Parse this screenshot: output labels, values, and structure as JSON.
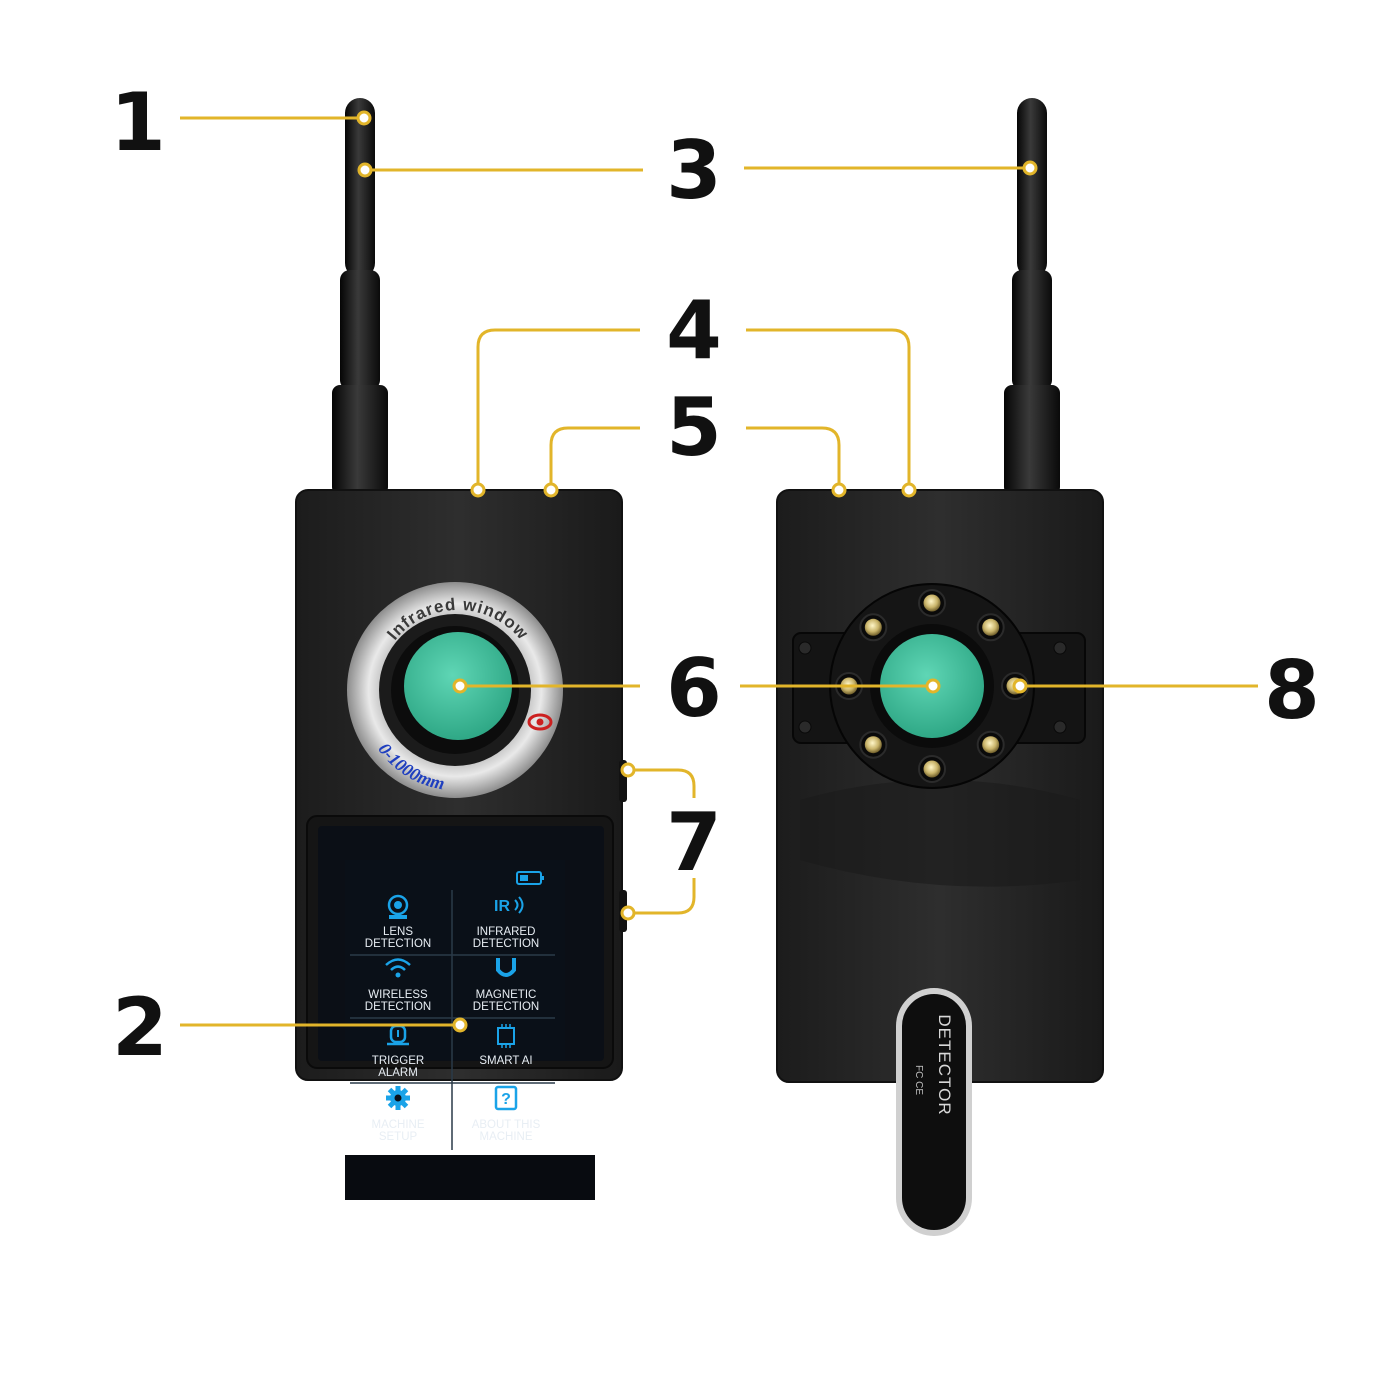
{
  "colors": {
    "leader": "#e2b52a",
    "device_body": "#262626",
    "device_edge": "#111111",
    "lens": "#3fbf9e",
    "screen_bg": "#0b0f16",
    "screen_icon": "#1aa3e8"
  },
  "callouts": {
    "c1": "1",
    "c2": "2",
    "c3": "3",
    "c4": "4",
    "c5": "5",
    "c6": "6",
    "c7": "7",
    "c8": "8"
  },
  "front": {
    "ring_text": "Infrared window",
    "range_text": "0-1000mm",
    "screen_menu": [
      {
        "line1": "LENS",
        "line2": "DETECTION",
        "icon": "camera-lens-icon"
      },
      {
        "line1": "INFRARED",
        "line2": "DETECTION",
        "icon": "infrared-icon"
      },
      {
        "line1": "WIRELESS",
        "line2": "DETECTION",
        "icon": "wifi-icon"
      },
      {
        "line1": "MAGNETIC",
        "line2": "DETECTION",
        "icon": "magnet-icon"
      },
      {
        "line1": "TRIGGER",
        "line2": "ALARM",
        "icon": "alarm-icon"
      },
      {
        "line1": "SMART AI",
        "line2": "",
        "icon": "ai-chip-icon"
      },
      {
        "line1": "MACHINE",
        "line2": "SETUP",
        "icon": "gear-icon"
      },
      {
        "line1": "ABOUT THIS",
        "line2": "MACHINE",
        "icon": "help-icon"
      }
    ]
  },
  "back": {
    "badge_text": "DETECTOR",
    "cert_text": "FC CE"
  }
}
